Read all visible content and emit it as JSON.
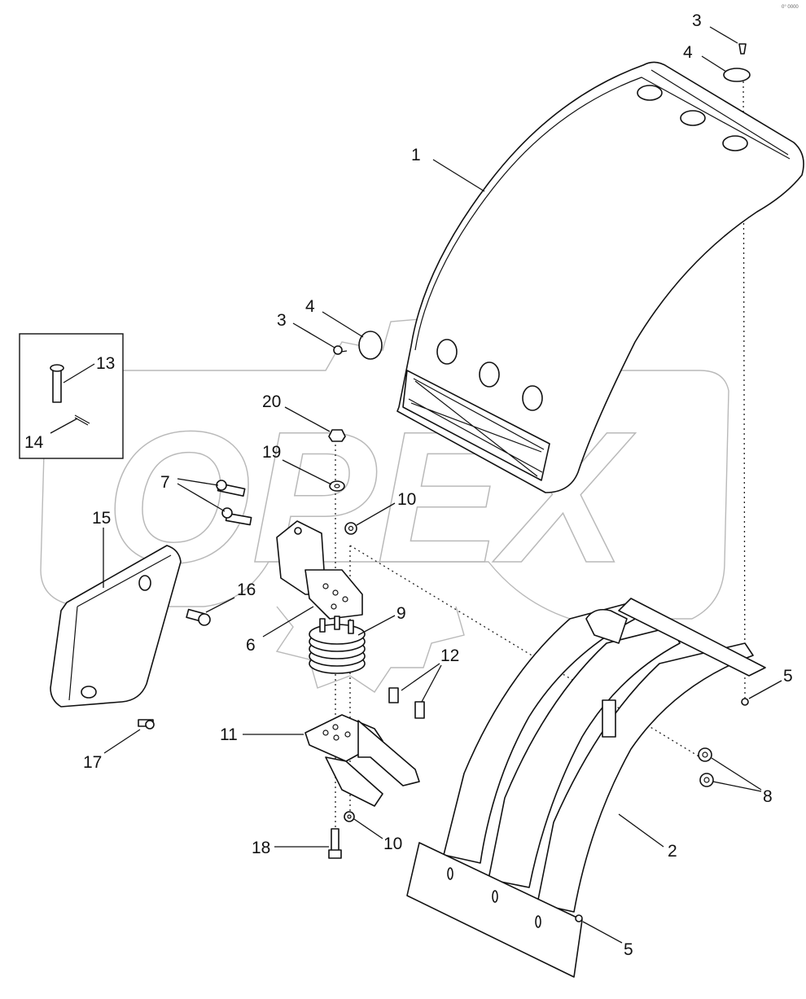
{
  "watermark": {
    "text": "OPEX"
  },
  "corner_mark": "0° 0000",
  "callouts": [
    {
      "id": "c1",
      "label": "1"
    },
    {
      "id": "c2",
      "label": "2"
    },
    {
      "id": "c3a",
      "label": "3"
    },
    {
      "id": "c3b",
      "label": "3"
    },
    {
      "id": "c4a",
      "label": "4"
    },
    {
      "id": "c4b",
      "label": "4"
    },
    {
      "id": "c5a",
      "label": "5"
    },
    {
      "id": "c5b",
      "label": "5"
    },
    {
      "id": "c6",
      "label": "6"
    },
    {
      "id": "c7",
      "label": "7"
    },
    {
      "id": "c8",
      "label": "8"
    },
    {
      "id": "c9",
      "label": "9"
    },
    {
      "id": "c10a",
      "label": "10"
    },
    {
      "id": "c10b",
      "label": "10"
    },
    {
      "id": "c11",
      "label": "11"
    },
    {
      "id": "c12",
      "label": "12"
    },
    {
      "id": "c13",
      "label": "13"
    },
    {
      "id": "c14",
      "label": "14"
    },
    {
      "id": "c15",
      "label": "15"
    },
    {
      "id": "c16",
      "label": "16"
    },
    {
      "id": "c17",
      "label": "17"
    },
    {
      "id": "c18",
      "label": "18"
    },
    {
      "id": "c19",
      "label": "19"
    },
    {
      "id": "c20",
      "label": "20"
    }
  ],
  "parts": [
    {
      "label": "1",
      "name": "fender-shell"
    },
    {
      "label": "2",
      "name": "fender-bracket-frame"
    },
    {
      "label": "3",
      "name": "screw"
    },
    {
      "label": "4",
      "name": "lamp-cap"
    },
    {
      "label": "5",
      "name": "nut"
    },
    {
      "label": "6",
      "name": "mounting-bracket"
    },
    {
      "label": "7",
      "name": "bolt"
    },
    {
      "label": "8",
      "name": "flange-nut"
    },
    {
      "label": "9",
      "name": "rubber-mount"
    },
    {
      "label": "10",
      "name": "locknut"
    },
    {
      "label": "11",
      "name": "lower-bracket"
    },
    {
      "label": "12",
      "name": "bolt"
    },
    {
      "label": "13",
      "name": "pin"
    },
    {
      "label": "14",
      "name": "cotter-pin"
    },
    {
      "label": "15",
      "name": "side-panel"
    },
    {
      "label": "16",
      "name": "bolt"
    },
    {
      "label": "17",
      "name": "bolt"
    },
    {
      "label": "18",
      "name": "bolt"
    },
    {
      "label": "19",
      "name": "washer"
    },
    {
      "label": "20",
      "name": "nut"
    }
  ]
}
